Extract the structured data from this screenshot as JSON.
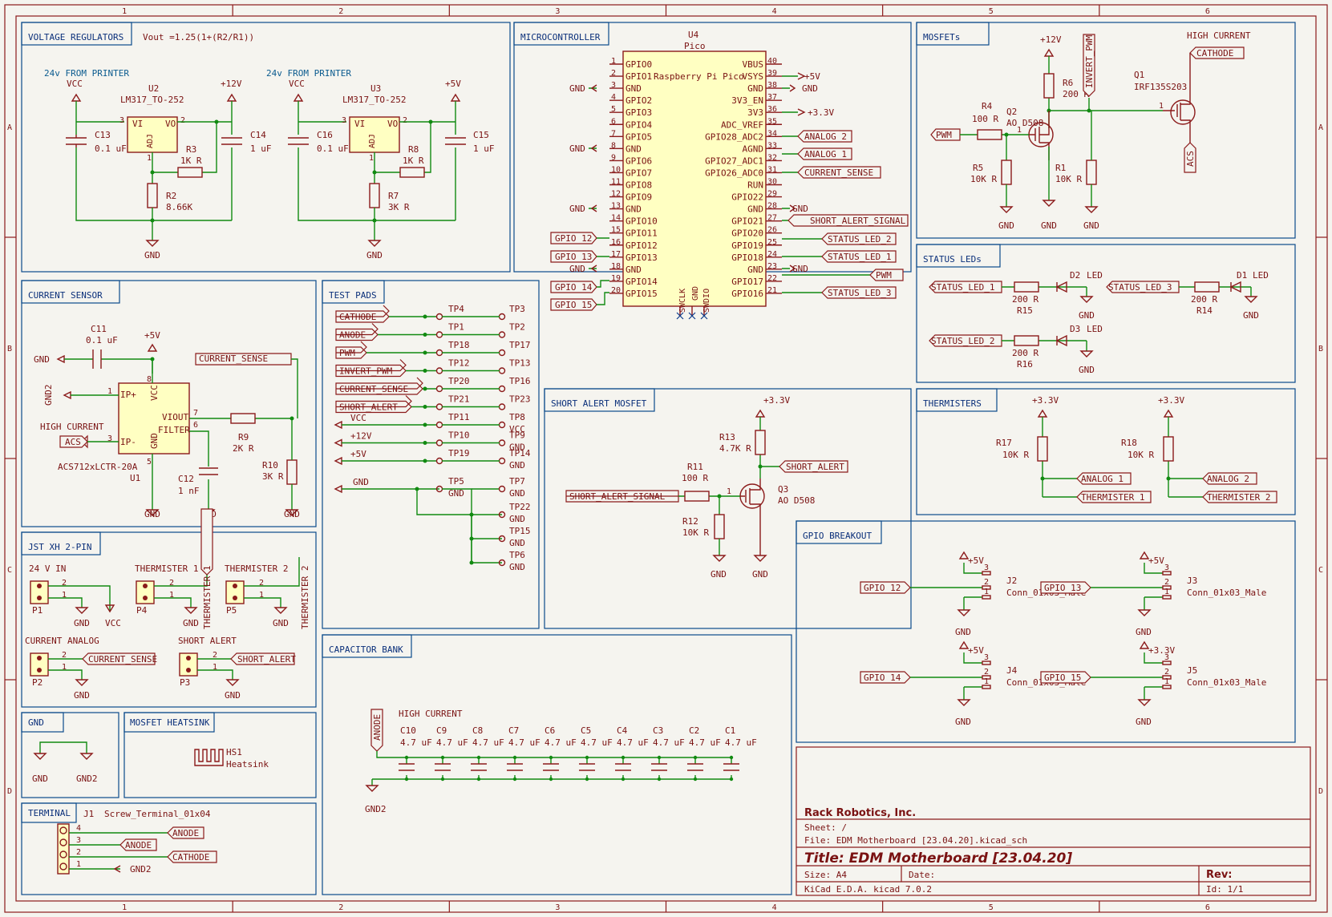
{
  "frame": {
    "cols": [
      "1",
      "2",
      "3",
      "4",
      "5",
      "6"
    ],
    "rows": [
      "A",
      "B",
      "C",
      "D"
    ]
  },
  "sections": [
    {
      "title": "VOLTAGE REGULATORS"
    },
    {
      "title": "MICROCONTROLLER"
    },
    {
      "title": "MOSFETs"
    },
    {
      "title": "STATUS LEDs"
    },
    {
      "title": "CURRENT SENSOR"
    },
    {
      "title": "TEST PADS"
    },
    {
      "title": "SHORT ALERT MOSFET"
    },
    {
      "title": "THERMISTERS"
    },
    {
      "title": "JST XH 2-PIN"
    },
    {
      "title": "GPIO BREAKOUT"
    },
    {
      "title": "CAPACITOR BANK"
    },
    {
      "title": "GND"
    },
    {
      "title": "MOSFET HEATSINK"
    },
    {
      "title": "TERMINAL"
    }
  ],
  "regulators": {
    "formula": "Vout =1.25(1+(R2/R1))",
    "source_label": "24v FROM PRINTER",
    "reg1": {
      "ref": "U2",
      "part": "LM317_TO-252",
      "in": "VCC",
      "out": "+12V",
      "cin": [
        "C13",
        "0.1 uF"
      ],
      "cout": [
        "C14",
        "1 uF"
      ],
      "r_top": [
        "R3",
        "1K R"
      ],
      "r_bot": [
        "R2",
        "8.66K"
      ],
      "gnd": "GND"
    },
    "reg2": {
      "ref": "U3",
      "part": "LM317_TO-252",
      "in": "VCC",
      "out": "+5V",
      "cin": [
        "C16",
        "0.1 uF"
      ],
      "cout": [
        "C15",
        "1 uF"
      ],
      "r_top": [
        "R8",
        "1K R"
      ],
      "r_bot": [
        "R7",
        "3K R"
      ],
      "gnd": "GND"
    }
  },
  "mcu": {
    "ref": "U4",
    "value": "Pico",
    "name": "Raspberry Pi Pico",
    "left_pins": [
      "GPIO0",
      "GPIO1",
      "GND",
      "GPIO2",
      "GPIO3",
      "GPIO4",
      "GPIO5",
      "GND",
      "GPIO6",
      "GPIO7",
      "GPIO8",
      "GPIO9",
      "GND",
      "GPIO10",
      "GPIO11",
      "GPIO12",
      "GPIO13",
      "GND",
      "GPIO14",
      "GPIO15"
    ],
    "right_pins": [
      "VBUS",
      "VSYS",
      "GND",
      "3V3_EN",
      "3V3",
      "ADC_VREF",
      "GPIO28_ADC2",
      "AGND",
      "GPIO27_ADC1",
      "GPIO26_ADC0",
      "RUN",
      "GPIO22",
      "GND",
      "GPIO21",
      "GPIO20",
      "GPIO19",
      "GPIO18",
      "GND",
      "GPIO17",
      "GPIO16"
    ],
    "right_nums": [
      "40",
      "39",
      "38",
      "37",
      "36",
      "35",
      "34",
      "33",
      "32",
      "31",
      "30",
      "29",
      "28",
      "27",
      "26",
      "25",
      "24",
      "23",
      "22",
      "21"
    ],
    "bottom_pins": [
      "SWCLK",
      "GND",
      "SWDIO"
    ],
    "left_labels": [
      "GPIO 12",
      "GPIO 13",
      "GPIO 14",
      "GPIO 15"
    ],
    "right_labels": [
      "+5V",
      "GND",
      "+3.3V",
      "ANALOG 2",
      "ANALOG 1",
      "CURRENT_SENSE",
      "GND",
      "SHORT_ALERT_SIGNAL",
      "STATUS_LED_2",
      "STATUS_LED_1",
      "GND",
      "PWM",
      "STATUS_LED_3"
    ],
    "gnd": "GND"
  },
  "mosfets": {
    "v12": "+12V",
    "hc": "HIGH CURRENT",
    "cathode": "CATHODE",
    "invert": "INVERT_PWM",
    "q1": [
      "Q1",
      "IRF135S203"
    ],
    "q2": [
      "Q2",
      "AO D508"
    ],
    "r4": [
      "R4",
      "100 R"
    ],
    "r5": [
      "R5",
      "10K R"
    ],
    "r6": [
      "R6",
      "200 R"
    ],
    "r1": [
      "R1",
      "10K R"
    ],
    "pwm": "PWM",
    "acs": "ACS",
    "gnd": "GND"
  },
  "leds": {
    "items": [
      {
        "net": "STATUS_LED_1",
        "r": "R15",
        "rv": "200 R",
        "d": "D2",
        "dv": "LED"
      },
      {
        "net": "STATUS_LED_3",
        "r": "R14",
        "rv": "200 R",
        "d": "D1",
        "dv": "LED"
      },
      {
        "net": "STATUS_LED_2",
        "r": "R16",
        "rv": "200 R",
        "d": "D3",
        "dv": "LED"
      }
    ],
    "gnd": "GND"
  },
  "current_sensor": {
    "u": "U1",
    "part": "ACS712xLCTR-20A",
    "c11": [
      "C11",
      "0.1 uF"
    ],
    "c12": [
      "C12",
      "1 nF"
    ],
    "r9": [
      "R9",
      "2K R"
    ],
    "r10": [
      "R10",
      "3K R"
    ],
    "v": "+5V",
    "gnd": "GND",
    "gnd2": "GND2",
    "sense": "CURRENT_SENSE",
    "hc": "HIGH CURRENT",
    "acs": "ACS",
    "pins": [
      "IP+",
      "IP-",
      "VCC",
      "GND",
      "VIOUT",
      "FILTER"
    ]
  },
  "test_pads": {
    "rows": [
      {
        "net": "CATHODE",
        "a": "TP4",
        "b": "TP3"
      },
      {
        "net": "ANODE",
        "a": "TP1",
        "b": "TP2"
      },
      {
        "net": "PWM",
        "a": "TP18",
        "b": "TP17"
      },
      {
        "net": "INVERT_PWM",
        "a": "TP12",
        "b": "TP13"
      },
      {
        "net": "CURRENT_SENSE",
        "a": "TP20",
        "b": "TP16"
      },
      {
        "net": "SHORT_ALERT",
        "a": "TP21",
        "b": "TP23"
      },
      {
        "net": "VCC",
        "a": "TP11",
        "b": "TP8",
        "c": "VCC"
      },
      {
        "net": "+12V",
        "a": "TP10",
        "b": "TP9",
        "c": "GND"
      },
      {
        "net": "+5V",
        "a": "TP19",
        "b": "TP14",
        "c": "GND"
      }
    ],
    "gnd": {
      "net": "GND",
      "a": "TP5",
      "as": "GND",
      "pads": [
        "TP7",
        "TP22",
        "TP15",
        "TP6"
      ],
      "padnet": "GND"
    }
  },
  "short_alert": {
    "v": "+3.3V",
    "r13": [
      "R13",
      "4.7K R"
    ],
    "r11": [
      "R11",
      "100 R"
    ],
    "r12": [
      "R12",
      "10K R"
    ],
    "q3": [
      "Q3",
      "AO D508"
    ],
    "sig": "SHORT_ALERT_SIGNAL",
    "out": "SHORT_ALERT",
    "gnd": "GND"
  },
  "thermisters": {
    "items": [
      {
        "v": "+3.3V",
        "r": "R17",
        "rv": "10K R",
        "a": "ANALOG 1",
        "t": "THERMISTER 1"
      },
      {
        "v": "+3.3V",
        "r": "R18",
        "rv": "10K R",
        "a": "ANALOG 2",
        "t": "THERMISTER 2"
      }
    ]
  },
  "jst": {
    "p1": [
      "P1",
      "24 V IN",
      "GND",
      "VCC"
    ],
    "p4": [
      "P4",
      "THERMISTER 1",
      "GND",
      "THERMISTER 1"
    ],
    "p5": [
      "P5",
      "THERMISTER 2",
      "GND",
      "THERMISTER 2"
    ],
    "p2": [
      "P2",
      "CURRENT ANALOG",
      "CURRENT_SENSE",
      "GND"
    ],
    "p3": [
      "P3",
      "SHORT ALERT",
      "SHORT_ALERT",
      "GND"
    ]
  },
  "gpio_breakout": {
    "items": [
      {
        "j": "J2",
        "part": "Conn_01x03_Male",
        "label": "GPIO 12",
        "v": "+5V",
        "gnd": "GND"
      },
      {
        "j": "J3",
        "part": "Conn_01x03_Male",
        "label": "GPIO 13",
        "v": "+5V",
        "gnd": "GND"
      },
      {
        "j": "J4",
        "part": "Conn_01x03_Male",
        "label": "GPIO 14",
        "v": "+5V",
        "gnd": "GND"
      },
      {
        "j": "J5",
        "part": "Conn_01x03_Male",
        "label": "GPIO 15",
        "v": "+3.3V",
        "gnd": "GND"
      }
    ]
  },
  "cap_bank": {
    "anode": "ANODE",
    "hc": "HIGH CURRENT",
    "gnd2": "GND2",
    "caps": [
      "C10",
      "C9",
      "C8",
      "C7",
      "C6",
      "C5",
      "C4",
      "C3",
      "C2",
      "C1"
    ],
    "val": "4.7 uF"
  },
  "gnd_sec": {
    "a": "GND",
    "b": "GND2"
  },
  "heatsink": {
    "ref": "HS1",
    "val": "Heatsink"
  },
  "terminal": {
    "ref": "J1",
    "part": "Screw_Terminal_01x04",
    "nets": [
      "ANODE",
      "ANODE",
      "CATHODE",
      "GND2"
    ],
    "pins": [
      "4",
      "3",
      "2",
      "1"
    ]
  },
  "title_block": {
    "company": "Rack Robotics, Inc.",
    "sheet": "Sheet: /",
    "file": "File: EDM Motherboard [23.04.20].kicad_sch",
    "title": "Title: EDM Motherboard [23.04.20]",
    "size": "Size: A4",
    "date": "Date:",
    "rev": "Rev:",
    "tool": "KiCad E.D.A.  kicad 7.0.2",
    "id": "Id: 1/1"
  }
}
